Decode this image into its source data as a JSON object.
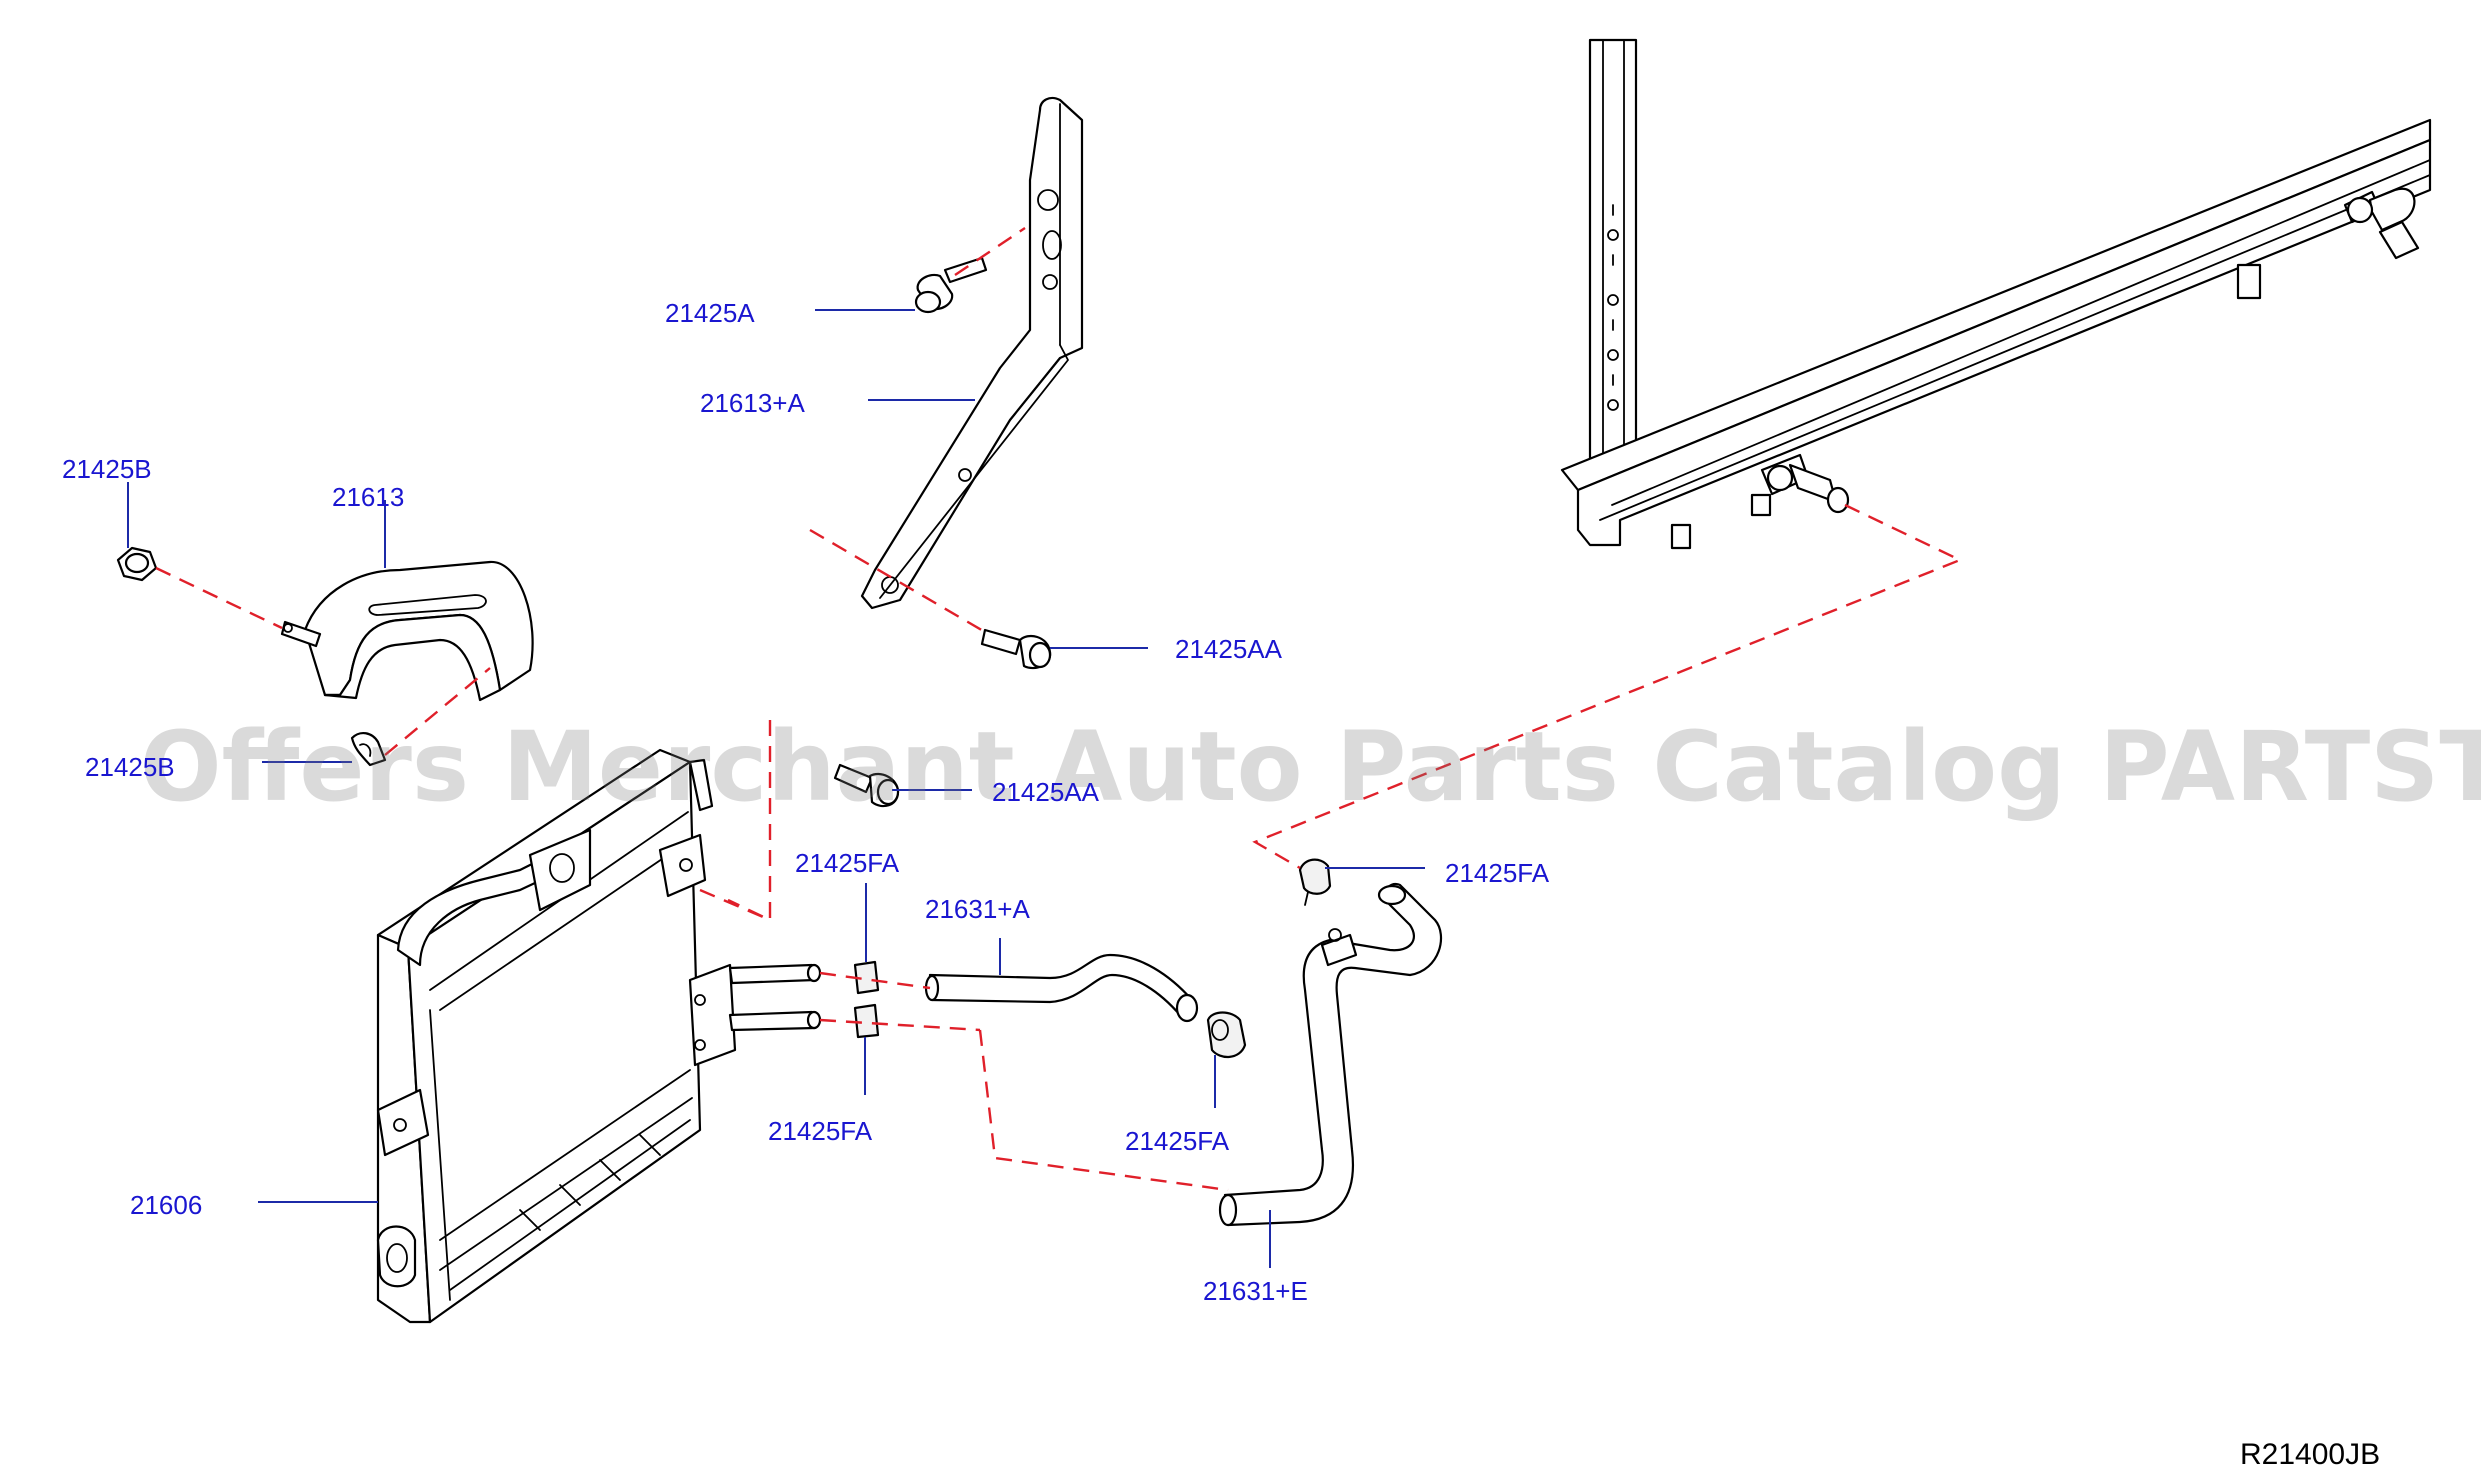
{
  "watermark": "Offers Merchant Auto Parts Catalog PARTSTORE.SA",
  "diagram_code": "R21400JB",
  "callouts": {
    "c_21425A": "21425A",
    "c_21613A": "21613+A",
    "c_21425B_top": "21425B",
    "c_21613": "21613",
    "c_21425AA_upper": "21425AA",
    "c_21425B_mid": "21425B",
    "c_21425AA_mid": "21425AA",
    "c_21425FA_upper_mid": "21425FA",
    "c_21631A": "21631+A",
    "c_21425FA_right": "21425FA",
    "c_21425FA_lower_mid": "21425FA",
    "c_21425FA_lower_right": "21425FA",
    "c_21606": "21606",
    "c_21631E": "21631+E"
  },
  "colors": {
    "label_blue": "#1a16d0",
    "leader_blue": "#1c2aa8",
    "dash_red": "#e0202a",
    "line_black": "#000000"
  }
}
